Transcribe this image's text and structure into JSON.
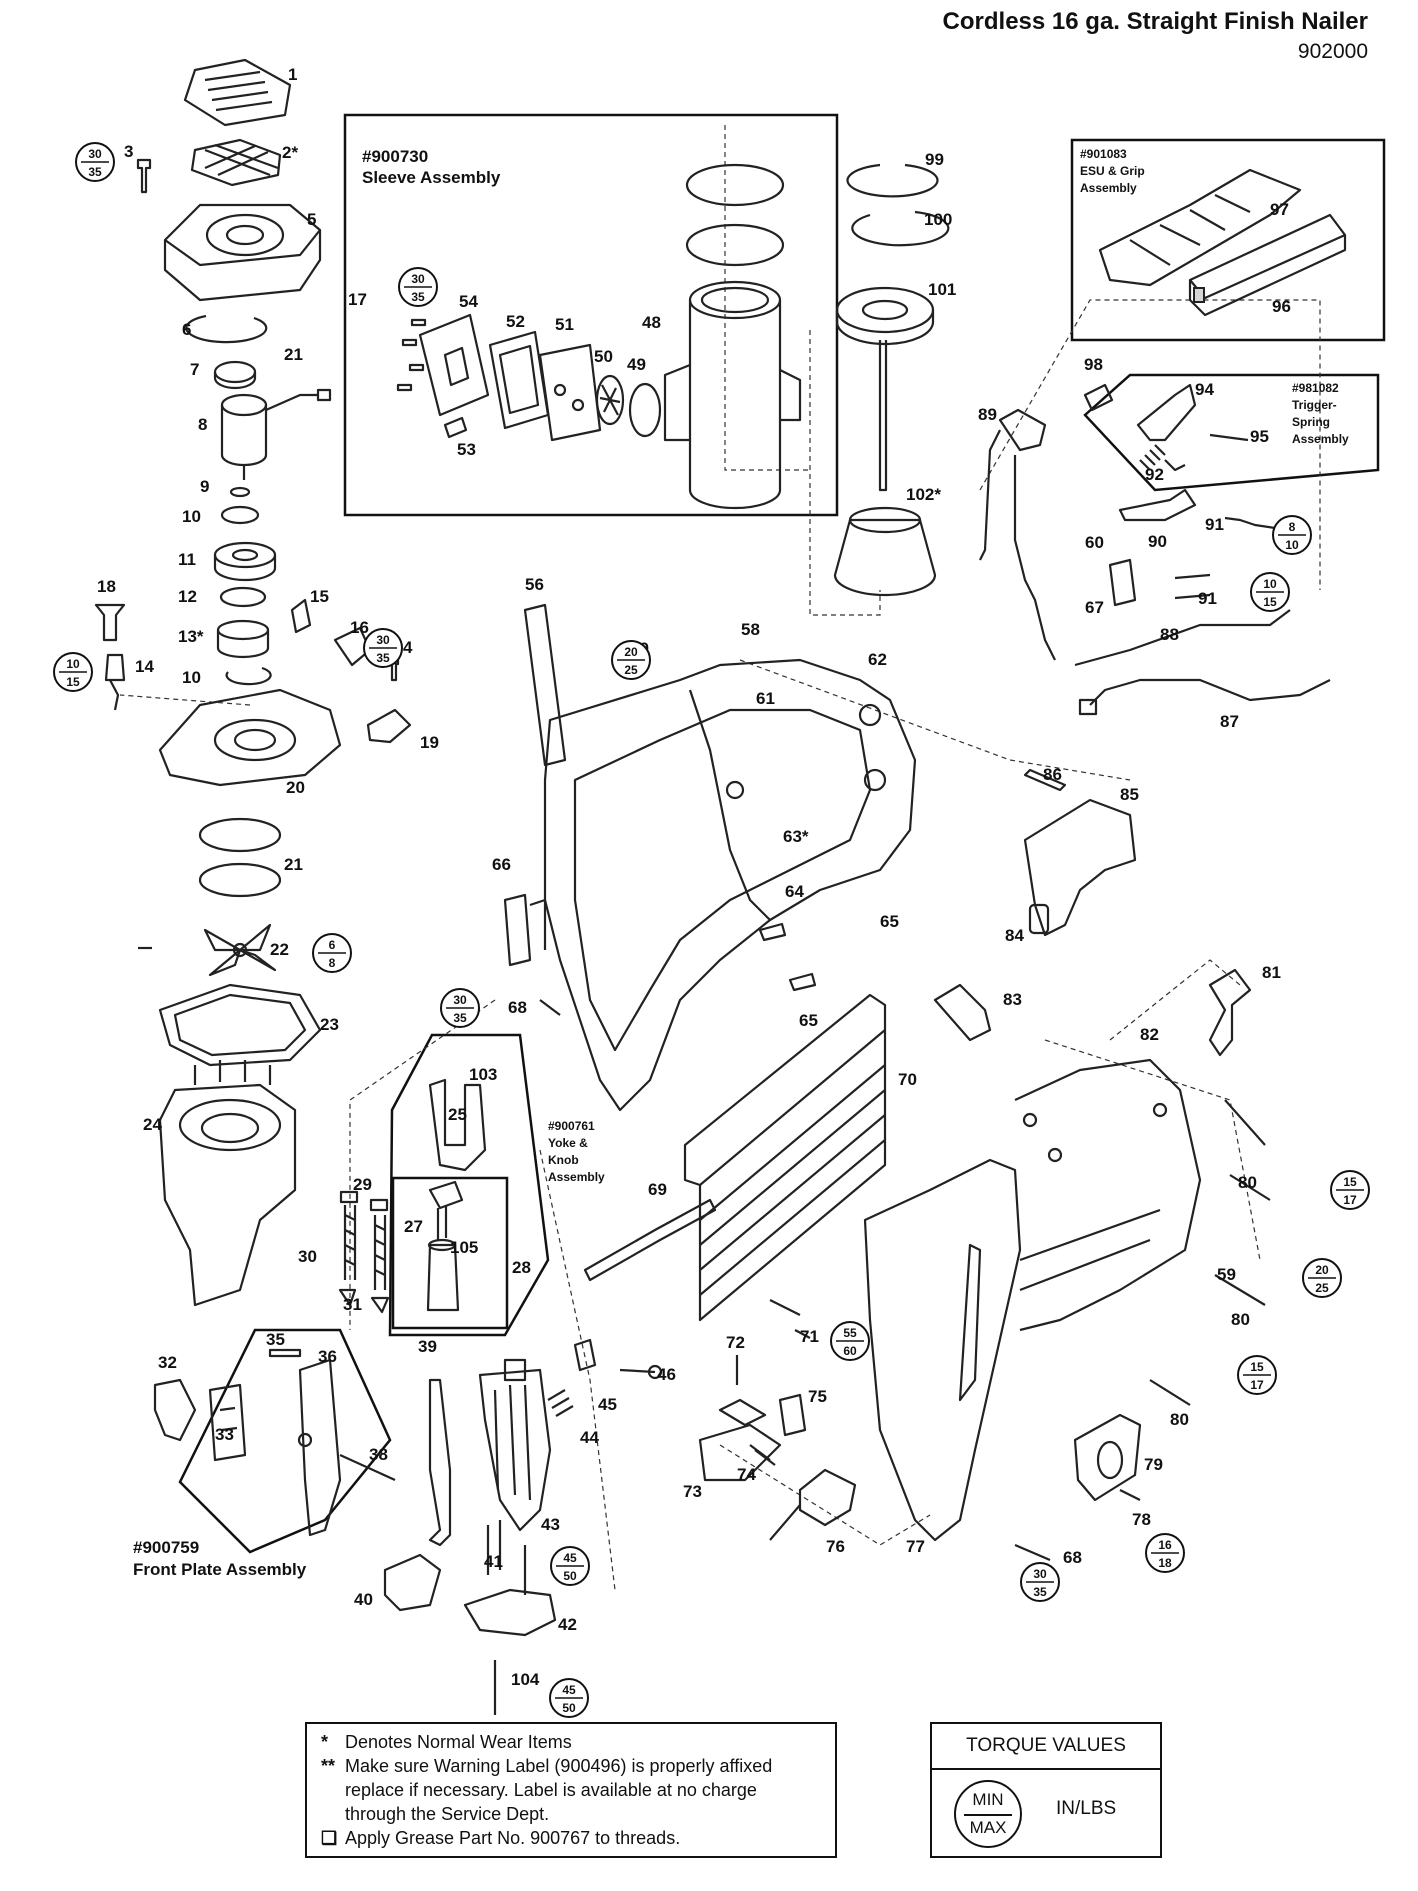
{
  "header": {
    "title": "Cordless 16 ga. Straight Finish Nailer",
    "model_number": "902000"
  },
  "assemblies": {
    "sleeve": {
      "part_no": "#900730",
      "name": "Sleeve Assembly"
    },
    "esu_grip": {
      "part_no": "#901083",
      "name_line1": "ESU & Grip",
      "name_line2": "Assembly"
    },
    "trigger_spring": {
      "part_no": "#981082",
      "name_line1": "Trigger-",
      "name_line2": "Spring",
      "name_line3": "Assembly"
    },
    "yoke_knob": {
      "part_no": "#900761",
      "name_line1": "Yoke &",
      "name_line2": "Knob",
      "name_line3": "Assembly"
    },
    "front_plate": {
      "part_no": "#900759",
      "name": "Front Plate Assembly"
    }
  },
  "part_labels": [
    "1",
    "2*",
    "3",
    "4",
    "5",
    "6",
    "7",
    "8",
    "9",
    "10",
    "10",
    "11",
    "12",
    "13*",
    "14",
    "15",
    "16",
    "17",
    "18",
    "19",
    "20",
    "21",
    "21",
    "22",
    "23",
    "24",
    "25",
    "27",
    "28",
    "29",
    "30",
    "31",
    "32",
    "33",
    "35",
    "36",
    "38",
    "39",
    "40",
    "41",
    "42",
    "43",
    "44",
    "45",
    "46",
    "48",
    "49",
    "50",
    "51",
    "52",
    "53",
    "54",
    "56",
    "58",
    "59",
    "59",
    "60",
    "61",
    "62",
    "63*",
    "64",
    "65",
    "65",
    "66",
    "67",
    "68",
    "68",
    "69",
    "70",
    "71",
    "72",
    "73",
    "74",
    "75",
    "76",
    "77",
    "78",
    "79",
    "80",
    "80",
    "80",
    "81",
    "82",
    "83",
    "84",
    "85",
    "86",
    "87",
    "88",
    "89",
    "90",
    "91",
    "91",
    "92",
    "94",
    "95",
    "96",
    "97",
    "98",
    "99",
    "100",
    "101",
    "102*",
    "103",
    "104",
    "105"
  ],
  "torque_specs": [
    {
      "min": "30",
      "max": "35"
    },
    {
      "min": "30",
      "max": "35"
    },
    {
      "min": "30",
      "max": "35"
    },
    {
      "min": "10",
      "max": "15"
    },
    {
      "min": "6",
      "max": "8"
    },
    {
      "min": "20",
      "max": "25"
    },
    {
      "min": "30",
      "max": "35"
    },
    {
      "min": "8",
      "max": "10"
    },
    {
      "min": "10",
      "max": "15"
    },
    {
      "min": "15",
      "max": "17"
    },
    {
      "min": "20",
      "max": "25"
    },
    {
      "min": "15",
      "max": "17"
    },
    {
      "min": "55",
      "max": "60"
    },
    {
      "min": "16",
      "max": "18"
    },
    {
      "min": "30",
      "max": "35"
    },
    {
      "min": "45",
      "max": "50"
    },
    {
      "min": "45",
      "max": "50"
    }
  ],
  "notes": [
    {
      "mark": "*",
      "text": "Denotes Normal Wear Items"
    },
    {
      "mark": "**",
      "text": "Make sure Warning Label (900496) is properly affixed replace if necessary. Label is available at no charge through the Service Dept."
    },
    {
      "mark": "❑",
      "text": "Apply Grease Part No. 900767 to threads."
    }
  ],
  "torque_legend": {
    "title": "TORQUE VALUES",
    "min": "MIN",
    "max": "MAX",
    "unit": "IN/LBS"
  }
}
